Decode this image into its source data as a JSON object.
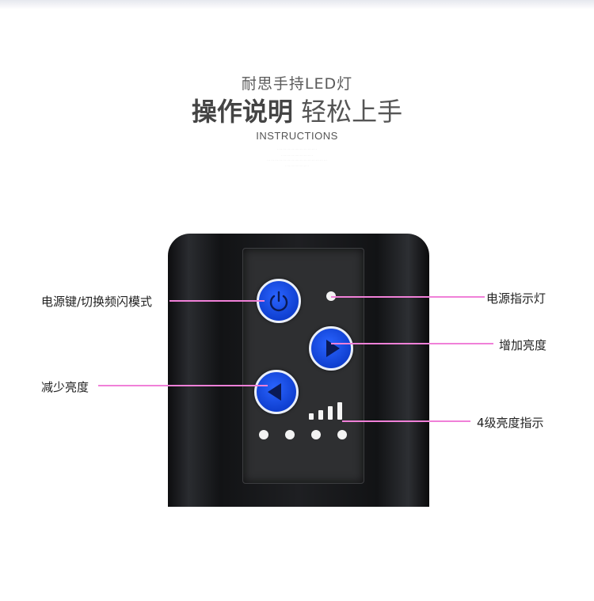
{
  "header": {
    "subtitle": "耐思手持LED灯",
    "title_bold": "操作说明",
    "title_light": "轻松上手",
    "title_en": "INSTRUCTIONS"
  },
  "callouts": {
    "power_key": "电源键/切换频闪模式",
    "power_indicator": "电源指示灯",
    "increase_brightness": "增加亮度",
    "decrease_brightness": "减少亮度",
    "brightness_levels": "4级亮度指示"
  },
  "device": {
    "button_color": "#1f52e8",
    "callout_line_color": "#f080d8",
    "indicator_dots": 4,
    "level_bars": 4
  }
}
